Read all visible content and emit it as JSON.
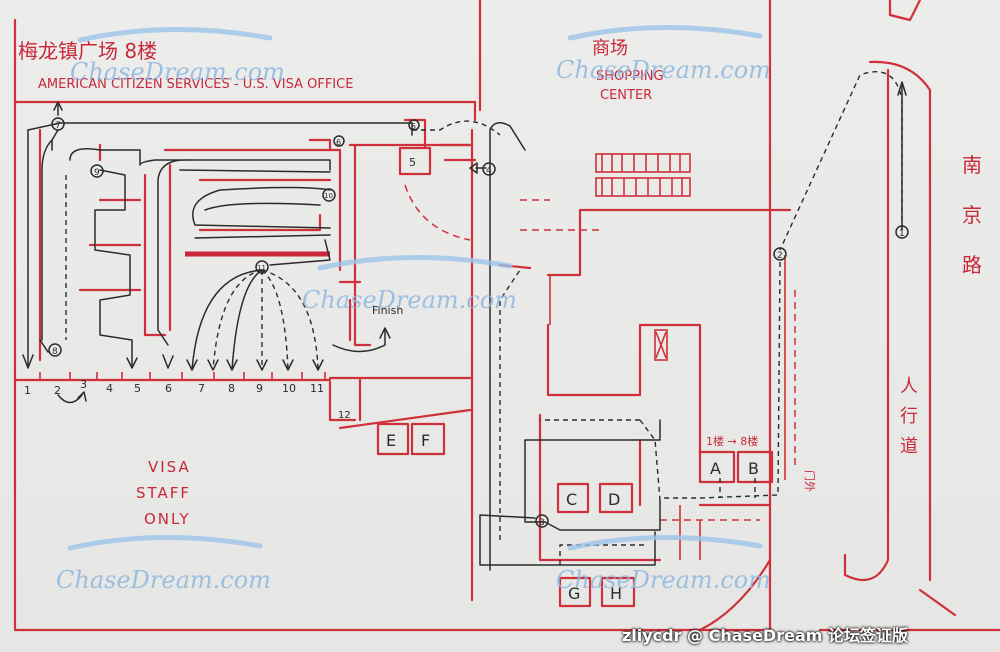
{
  "title_cn": "梅龙镇广场 8楼",
  "title_en": "AMERICAN CITIZEN SERVICES - U.S. VISA OFFICE",
  "shopping_cn": "商场",
  "shopping_en_1": "SHOPPING",
  "shopping_en_2": "CENTER",
  "road_cn": [
    "南",
    "京",
    "路"
  ],
  "sidewalk_cn": [
    "人",
    "行",
    "道"
  ],
  "floor_note": "1楼 → 8楼",
  "exit_note": "门外",
  "finish_label": "Finish",
  "staff_lines": [
    "VISA",
    "STAFF",
    "ONLY"
  ],
  "window_numbers": [
    "1",
    "2",
    "3",
    "4",
    "5",
    "6",
    "7",
    "8",
    "9",
    "10",
    "11",
    "12"
  ],
  "step_markers": [
    "1",
    "2",
    "3",
    "4",
    "5",
    "6",
    "7",
    "8",
    "9",
    "10",
    "11"
  ],
  "rooms": [
    "A",
    "B",
    "C",
    "D",
    "E",
    "F",
    "G",
    "H"
  ],
  "watermark": "ChaseDream.com",
  "credit": "zliycdr  @  ChaseDream 论坛签证版"
}
